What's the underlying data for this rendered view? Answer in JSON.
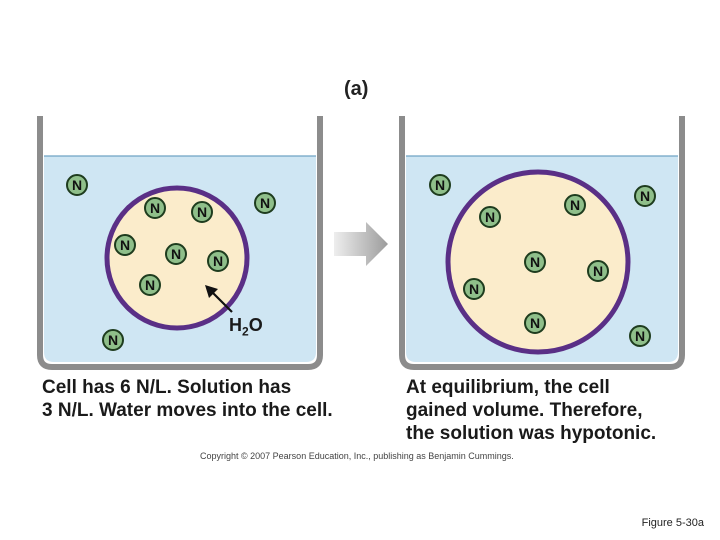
{
  "part_label": "(a)",
  "left_beaker": {
    "solute_symbol": "N",
    "caption": "Cell has 6 N/L. Solution has\n3 N/L. Water moves into the cell.",
    "water_label": {
      "main": "H",
      "sub": "2",
      "end": "O"
    }
  },
  "right_beaker": {
    "solute_symbol": "N",
    "caption": "At equilibrium, the cell\ngained volume. Therefore,\nthe solution was hypotonic."
  },
  "copyright": "Copyright © 2007 Pearson Education, Inc., publishing as Benjamin Cummings.",
  "figure_number": "Figure 5-30a",
  "colors": {
    "water": "#cfe6f3",
    "cell_fill": "#fbeccb",
    "membrane": "#5a2f86",
    "solute_fill": "#8fbf8a",
    "solute_stroke": "#1e3c1e",
    "beaker": "#9a9a9a",
    "arrow": "#a8a8a8"
  }
}
